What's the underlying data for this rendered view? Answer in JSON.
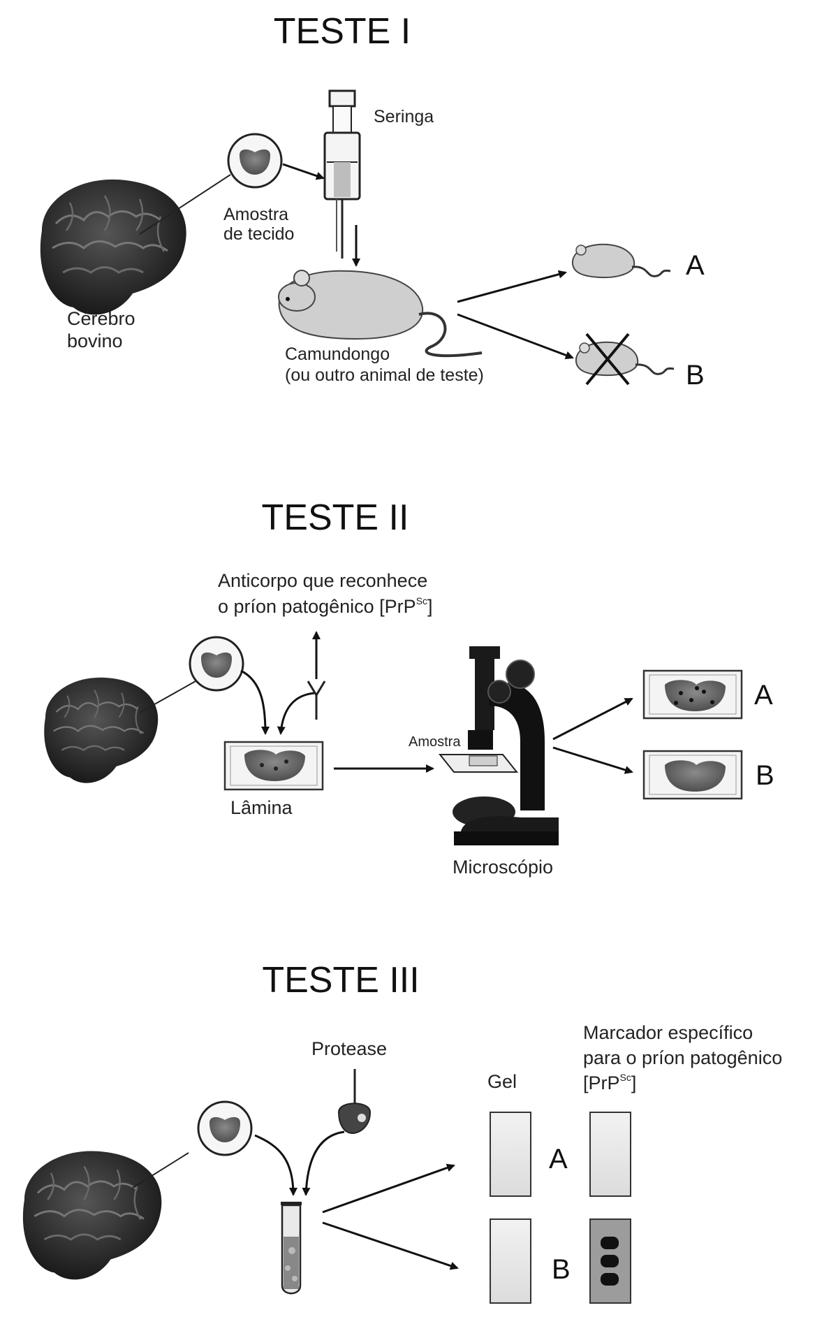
{
  "test1": {
    "title": "TESTE I",
    "syringe": "Seringa",
    "sample_line1": "Amostra",
    "sample_line2": "de tecido",
    "brain_line1": "Cérebro",
    "brain_line2": "bovino",
    "mouse_line1": "Camundongo",
    "mouse_line2": "(ou outro animal de teste)",
    "outcome_a": "A",
    "outcome_b": "B"
  },
  "test2": {
    "title": "TESTE II",
    "antibody_line1": "Anticorpo que reconhece",
    "antibody_line2": "o príon patogênico [PrP",
    "antibody_sup": "Sc",
    "antibody_close": "]",
    "slide": "Lâmina",
    "sample": "Amostra",
    "microscope": "Microscópio",
    "outcome_a": "A",
    "outcome_b": "B"
  },
  "test3": {
    "title": "TESTE III",
    "protease": "Protease",
    "gel": "Gel",
    "marker_line1": "Marcador específico",
    "marker_line2": "para o príon patogênico",
    "marker_line3": "[PrP",
    "marker_sup": "Sc",
    "marker_close": "]",
    "outcome_a": "A",
    "outcome_b": "B"
  },
  "colors": {
    "ink": "#111111",
    "brain": "#2b2b2b",
    "gel": "#e6e6e6",
    "tissue": "#6a6a6a"
  }
}
